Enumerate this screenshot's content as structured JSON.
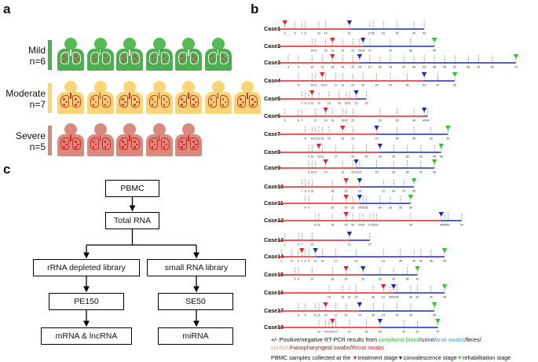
{
  "panels": {
    "a": "a",
    "b": "b",
    "c": "c"
  },
  "panel_a": {
    "groups": [
      {
        "label": "Mild",
        "n": "n=6",
        "count": 6,
        "body_color": "#4caf50",
        "head_color": "#55bb55",
        "lung_color": "#ffffff",
        "dot_color": "#e53935",
        "bar_color": "#4caf50"
      },
      {
        "label": "Moderate",
        "n": "n=7",
        "count": 7,
        "body_color": "#fbd575",
        "head_color": "#fbd575",
        "lung_color": "#d7332f",
        "dot_color": "#d7332f",
        "bar_color": "#fbd575"
      },
      {
        "label": "Severe",
        "n": "n=5",
        "count": 5,
        "body_color": "#d98a7d",
        "head_color": "#d98a7d",
        "lung_color": "#e21b1b",
        "dot_color": "#e21b1b",
        "bar_color": "#d98a7d"
      }
    ]
  },
  "panel_c": {
    "pbmc": "PBMC",
    "total_rna": "Total RNA",
    "rrna_lib": "rRNA depleted library",
    "small_lib": "small RNA library",
    "pe150": "PE150",
    "se50": "SE50",
    "mrna": "mRNA & lncRNA",
    "mirna": "miRNA"
  },
  "panel_b": {
    "colors": {
      "treatment": "#e8202a",
      "convalescence": "#1a2bb5",
      "rehabilitation": "#22cc22",
      "blood": "#22cc22",
      "urine": "#1a2bb5",
      "anal": "#3aa0e6",
      "feces": "#333333",
      "sputum": "#f4a07a",
      "throat": "#e8202a"
    },
    "cases": [
      {
        "name": "Case1",
        "days": [
          "2",
          "5",
          "7",
          "8",
          "12",
          "14",
          "21",
          "27",
          "28",
          "31",
          "35",
          "40",
          "43"
        ],
        "t": 2,
        "c": 21,
        "r": null,
        "end": 43
      },
      {
        "name": "Case2",
        "days": [
          "10",
          "11",
          "14",
          "16",
          "19",
          "22",
          "24",
          "25",
          "27",
          "33",
          "39",
          "46"
        ],
        "t": 16,
        "c": 25,
        "r": 46,
        "end": 46
      },
      {
        "name": "Case3",
        "days": [
          "3",
          "6",
          "10",
          "13",
          "16",
          "19",
          "22",
          "24",
          "27",
          "30",
          "33",
          "37",
          "40",
          "43",
          "46",
          "49",
          "52",
          "56",
          "59",
          "63",
          "70"
        ],
        "t": 16,
        "c": 24,
        "r": 70,
        "end": 70
      },
      {
        "name": "Case4",
        "days": [
          "6",
          "10",
          "11",
          "13",
          "14",
          "17",
          "19",
          "22",
          "25",
          "29",
          "33",
          "38",
          "43",
          "47",
          "52"
        ],
        "t": 13,
        "c": 43,
        "r": 52,
        "end": 52
      },
      {
        "name": "Case5",
        "days": [
          "7",
          "8",
          "9",
          "10",
          "12",
          "15",
          "18",
          "20",
          "21",
          "23",
          "26"
        ],
        "t": 10,
        "c": 23,
        "r": null,
        "end": 26
      },
      {
        "name": "Case6",
        "days": [
          "2",
          "6",
          "7",
          "11",
          "14",
          "16",
          "19",
          "20",
          "22",
          "30",
          "35",
          "40",
          "43",
          "44"
        ],
        "t": 14,
        "c": 43,
        "r": null,
        "end": 44
      },
      {
        "name": "Case7",
        "days": [
          "8",
          "10",
          "11",
          "12",
          "13",
          "15",
          "19",
          "22",
          "29",
          "35",
          "40",
          "45",
          "50"
        ],
        "t": 19,
        "c": 29,
        "r": 50,
        "end": 50
      },
      {
        "name": "Case8",
        "days": [
          "9",
          "10",
          "12",
          "13",
          "17",
          "22",
          "26",
          "30",
          "34",
          "38",
          "42",
          "46",
          "48"
        ],
        "t": 12,
        "c": 30,
        "r": 48,
        "end": 48
      },
      {
        "name": "Case9",
        "days": [
          "9",
          "10",
          "11",
          "14",
          "19",
          "22",
          "23",
          "24",
          "29",
          "34",
          "38",
          "42",
          "46"
        ],
        "t": 14,
        "c": 23,
        "r": 46,
        "end": 46
      },
      {
        "name": "Case10",
        "days": [
          "7",
          "8",
          "9",
          "10",
          "16",
          "20",
          "24",
          "31",
          "34",
          "37",
          "40"
        ],
        "t": 20,
        "c": 24,
        "r": 40,
        "end": 40
      },
      {
        "name": "Case11",
        "days": [
          "8",
          "9",
          "16",
          "20",
          "22",
          "24",
          "25",
          "26",
          "30",
          "33",
          "36",
          "39"
        ],
        "t": 20,
        "c": 24,
        "r": 39,
        "end": 39
      },
      {
        "name": "Case12",
        "days": [
          "11",
          "12",
          "16",
          "20",
          "22",
          "24",
          "25",
          "27",
          "28",
          "29",
          "39",
          "48",
          "49",
          "50",
          "54"
        ],
        "t": 20,
        "c": 48,
        "r": null,
        "end": 54
      },
      {
        "name": "Case13",
        "days": [
          "2",
          "6",
          "7",
          "10",
          "21",
          "27"
        ],
        "t": null,
        "c": 21,
        "r": null,
        "end": 27
      },
      {
        "name": "Case14",
        "days": [
          "1",
          "4",
          "6",
          "7",
          "8",
          "9",
          "11",
          "13",
          "17",
          "23",
          "31",
          "36",
          "40",
          "42",
          "45",
          "49"
        ],
        "t": 7,
        "c": 11,
        "r": 49,
        "end": 49
      },
      {
        "name": "Case15",
        "days": [
          "5",
          "6",
          "10",
          "16",
          "20",
          "25",
          "30",
          "34",
          "38",
          "41"
        ],
        "t": 20,
        "c": 25,
        "r": 41,
        "end": 41
      },
      {
        "name": "Case16",
        "days": [
          "15",
          "19",
          "21",
          "23",
          "28",
          "31",
          "33",
          "34",
          "35",
          "39",
          "41",
          "45",
          "49"
        ],
        "t": 31,
        "c": 34,
        "r": 49,
        "end": 49
      },
      {
        "name": "Case17",
        "days": [
          "6",
          "8",
          "11",
          "12",
          "14",
          "17",
          "20",
          "24",
          "28",
          "31",
          "35",
          "39",
          "46"
        ],
        "t": 14,
        "c": 24,
        "r": 46,
        "end": 46
      },
      {
        "name": "Case18",
        "days": [
          "12",
          "14",
          "15",
          "16",
          "17",
          "21",
          "26",
          "30",
          "37",
          "41",
          "47"
        ],
        "t": 16,
        "c": 30,
        "r": 47,
        "end": 47
      }
    ],
    "legend": {
      "line1_a": "+/- Positive/negative RT-PCR results from ",
      "blood": "peripheral blood",
      "slash1": "/",
      "urine": "urine",
      "slash2": "/",
      "anal": "anal swabs",
      "slash3": "/",
      "feces": "feces",
      "slash4": "/",
      "sputum": "sputum",
      "slash5": "/",
      "nasal": "nasopharyngeal swabs",
      "slash6": "/",
      "throat": "throat swabs",
      "line3_a": "PBMC samples collected at the ",
      "treat": "treatment stage",
      "conv": "convalescence stage",
      "rehab": "rehabilitation stage"
    }
  }
}
